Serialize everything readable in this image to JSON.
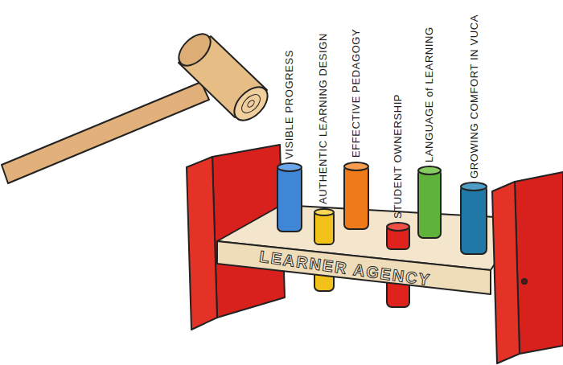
{
  "diagram": {
    "nodes": [
      {
        "text": [
          "LEARNER AGENCY"
        ]
      }
    ],
    "labels": [
      "VISIBLE PROGRESS",
      "AUTHENTIC LEARNING DESIGN",
      "EFFECTIVE PEDAGOGY",
      "STUDENT OWNERSHIP",
      "LANGUAGE of LEARNING",
      "GROWING COMFORT IN VUCA"
    ]
  }
}
